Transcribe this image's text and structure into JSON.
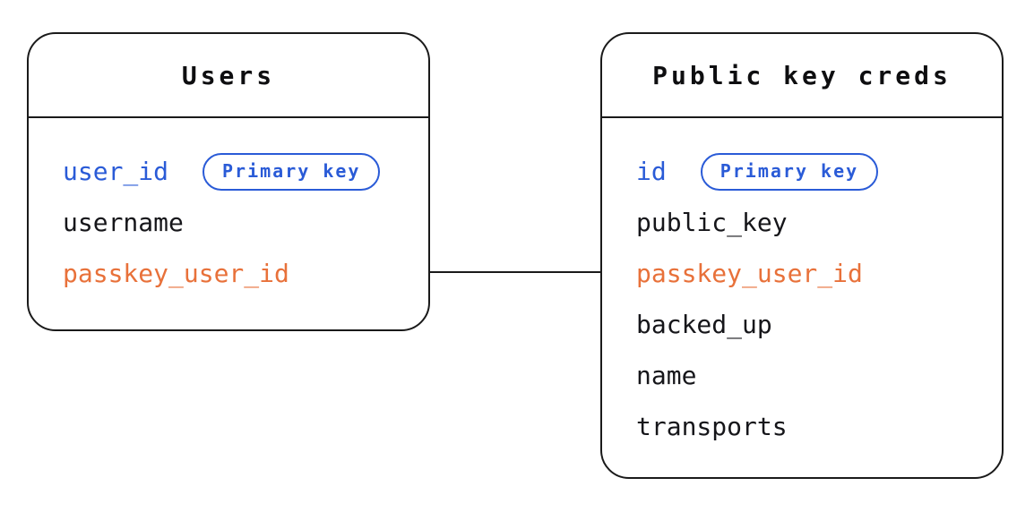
{
  "diagram": {
    "type": "entity-relationship",
    "tables": [
      {
        "title": "Users",
        "fields": [
          {
            "name": "user_id",
            "badge": "Primary key",
            "color": "#2A5BD7"
          },
          {
            "name": "username",
            "color": "#16161A"
          },
          {
            "name": "passkey_user_id",
            "color": "#E8713A"
          }
        ]
      },
      {
        "title": "Public key creds",
        "fields": [
          {
            "name": "id",
            "badge": "Primary key",
            "color": "#2A5BD7"
          },
          {
            "name": "public_key",
            "color": "#16161A"
          },
          {
            "name": "passkey_user_id",
            "color": "#E8713A"
          },
          {
            "name": "backed_up",
            "color": "#16161A"
          },
          {
            "name": "name",
            "color": "#16161A"
          },
          {
            "name": "transports",
            "color": "#16161A"
          }
        ]
      }
    ],
    "relationship": {
      "from_table": "Users",
      "from_field": "passkey_user_id",
      "to_table": "Public key creds",
      "to_field": "passkey_user_id"
    },
    "colors": {
      "primary_key_blue": "#2A5BD7",
      "foreign_key_orange": "#E8713A",
      "border_black": "#1A1A1A",
      "background": "#FFFFFF"
    }
  }
}
